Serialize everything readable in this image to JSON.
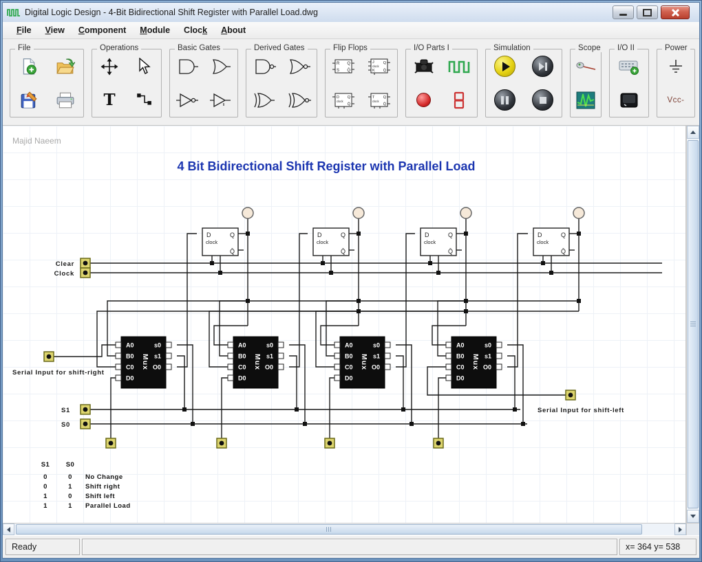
{
  "window": {
    "title": "Digital Logic Design - 4-Bit Bidirectional Shift Register with Parallel Load.dwg"
  },
  "menu": {
    "items": [
      {
        "label": "File",
        "underline": 0
      },
      {
        "label": "View",
        "underline": 0
      },
      {
        "label": "Component",
        "underline": 0
      },
      {
        "label": "Module",
        "underline": 0
      },
      {
        "label": "Clock",
        "underline": 4
      },
      {
        "label": "About",
        "underline": 0
      }
    ]
  },
  "toolbar": {
    "groups": [
      {
        "label": "File"
      },
      {
        "label": "Operations"
      },
      {
        "label": "Basic Gates"
      },
      {
        "label": "Derived Gates"
      },
      {
        "label": "Flip Flops"
      },
      {
        "label": "I/O Parts I"
      },
      {
        "label": "Simulation"
      },
      {
        "label": "Scope"
      },
      {
        "label": "I/O II"
      },
      {
        "label": "Power"
      }
    ],
    "text_tool_label": "T",
    "vcc_label": "Vcc-",
    "flipflop_icon_labels": {
      "rs": {
        "in1": "R",
        "in2": "S",
        "q": "Q",
        "qbar": "Q̄"
      },
      "jk": {
        "in1": "J",
        "clk": "clock",
        "in2": "K",
        "q": "Q",
        "qbar": "Q̄"
      },
      "d": {
        "in1": "D",
        "clk": "clock",
        "q": "Q",
        "qbar": "Q̄"
      },
      "t": {
        "in1": "T",
        "clk": "clock",
        "q": "Q",
        "qbar": "Q̄"
      }
    }
  },
  "canvas": {
    "author": "Majid Naeem",
    "title": "4 Bit Bidirectional Shift Register with Parallel Load",
    "labels": {
      "clear": "Clear",
      "clock": "Clock",
      "serial_right": "Serial Input for shift-right",
      "serial_left": "Serial Input for shift-left",
      "s1": "S1",
      "s0": "S0"
    },
    "flipflop": {
      "d": "D",
      "clock": "clock",
      "q": "Q",
      "qbar": "Q̄"
    },
    "mux": {
      "name": "Mux",
      "left_pins": [
        "A0",
        "B0",
        "C0",
        "D0"
      ],
      "right_pins": [
        "s0",
        "s1",
        "O0"
      ]
    },
    "truth_table": {
      "headers": [
        "S1",
        "S0"
      ],
      "rows": [
        {
          "s1": "0",
          "s0": "0",
          "action": "No Change"
        },
        {
          "s1": "0",
          "s0": "1",
          "action": "Shift right"
        },
        {
          "s1": "1",
          "s0": "0",
          "action": "Shift left"
        },
        {
          "s1": "1",
          "s0": "1",
          "action": "Parallel Load"
        }
      ]
    }
  },
  "statusbar": {
    "ready": "Ready",
    "coordinates": "x= 364  y= 538"
  },
  "colors": {
    "title_blue": "#1b35b0",
    "clock_green": "#2fa84f",
    "led_red": "#d32626",
    "play_yellow": "#e5d214",
    "pin_yellow": "#ddd56e"
  }
}
